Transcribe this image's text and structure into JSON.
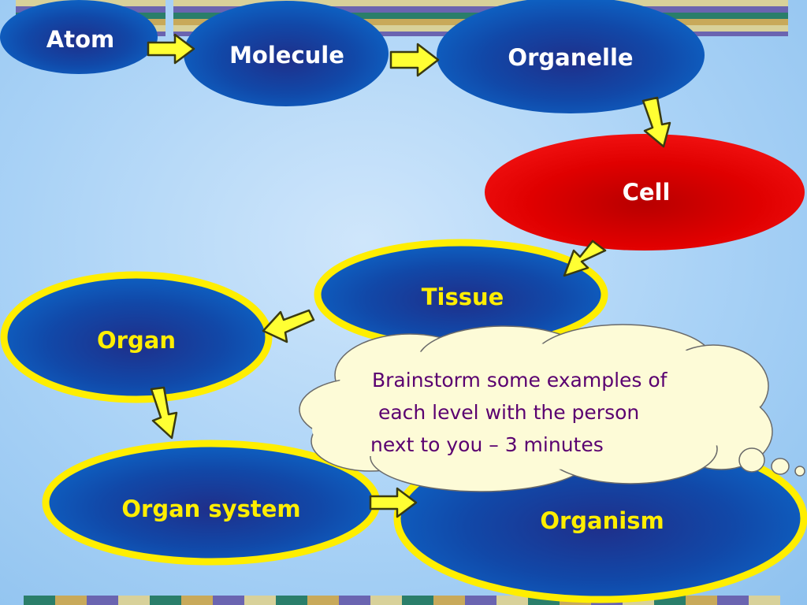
{
  "nodes": {
    "atom": "Atom",
    "molecule": "Molecule",
    "organelle": "Organelle",
    "cell": "Cell",
    "tissue": "Tissue",
    "organ": "Organ",
    "organ_system": "Organ system",
    "organism": "Organism"
  },
  "note": {
    "line1": "Brainstorm some examples of",
    "line2": " each level with the person",
    "line3": "next to you – 3 minutes"
  },
  "colors": {
    "node_blue": "#0d5cb5",
    "cell_red": "#e00000",
    "highlight_yellow": "#ffee00",
    "arrow_yellow": "#ffff33",
    "cloud_fill": "#fdfbd7",
    "note_text": "#5a0070"
  }
}
